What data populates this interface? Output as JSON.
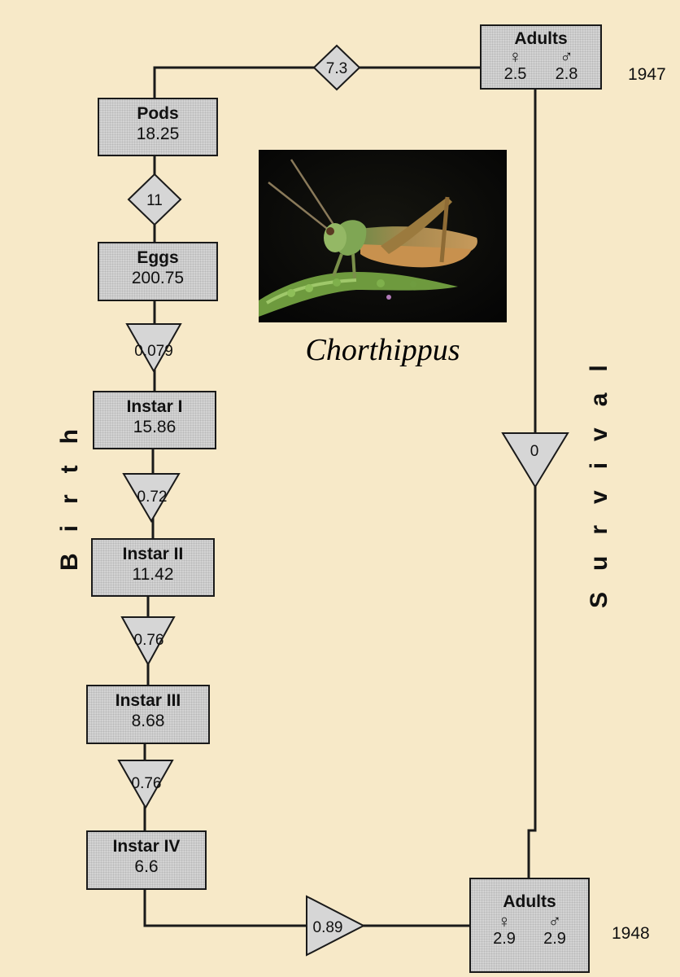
{
  "genus": "Chorthippus",
  "side_labels": {
    "left": "Birth",
    "right": "Survival"
  },
  "years": {
    "start": "1947",
    "end": "1948"
  },
  "stages": {
    "adults_1947": {
      "label": "Adults",
      "female_symbol": "♀",
      "male_symbol": "♂",
      "female": "2.5",
      "male": "2.8"
    },
    "pods": {
      "label": "Pods",
      "value": "18.25"
    },
    "eggs": {
      "label": "Eggs",
      "value": "200.75"
    },
    "instar1": {
      "label": "Instar I",
      "value": "15.86"
    },
    "instar2": {
      "label": "Instar II",
      "value": "11.42"
    },
    "instar3": {
      "label": "Instar III",
      "value": "8.68"
    },
    "instar4": {
      "label": "Instar IV",
      "value": "6.6"
    },
    "adults_1948": {
      "label": "Adults",
      "female_symbol": "♀",
      "male_symbol": "♂",
      "female": "2.9",
      "male": "2.9"
    }
  },
  "rates": {
    "adults_to_pods": "7.3",
    "pods_to_eggs": "11",
    "eggs_to_instar1": "0.079",
    "instar1_to_instar2": "0.72",
    "instar2_to_instar3": "0.76",
    "instar3_to_instar4": "0.76",
    "instar4_to_adults": "0.89",
    "adult_survival": "0"
  },
  "colors": {
    "background": "#f7e9c8",
    "box_fill": "#d3d3d3",
    "line": "#1a1a1a"
  }
}
